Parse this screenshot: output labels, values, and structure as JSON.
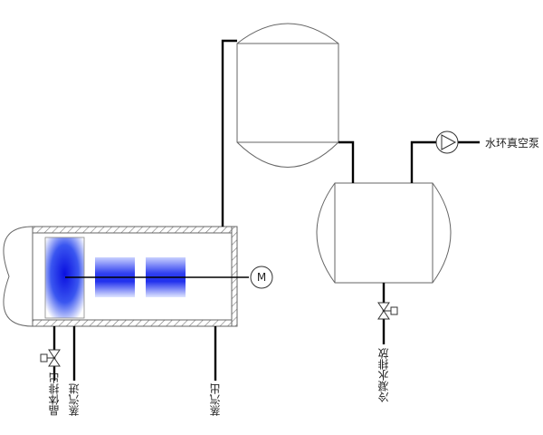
{
  "labels": {
    "vacuum_pump": "水环真空泵",
    "motor": "M",
    "condensate_discharge": "冷凝水排放",
    "steam_out": "蒸汽出",
    "steam_in": "蒸汽进",
    "crystal_discharge": "晶体排出"
  },
  "icons": {
    "pump": "pump-icon",
    "motor": "motor-icon",
    "valve": "valve-icon"
  },
  "colors": {
    "line": "#000000",
    "outline": "#555555",
    "blue_core": "#0a1ae6",
    "blue_edge": "#ffffff"
  }
}
